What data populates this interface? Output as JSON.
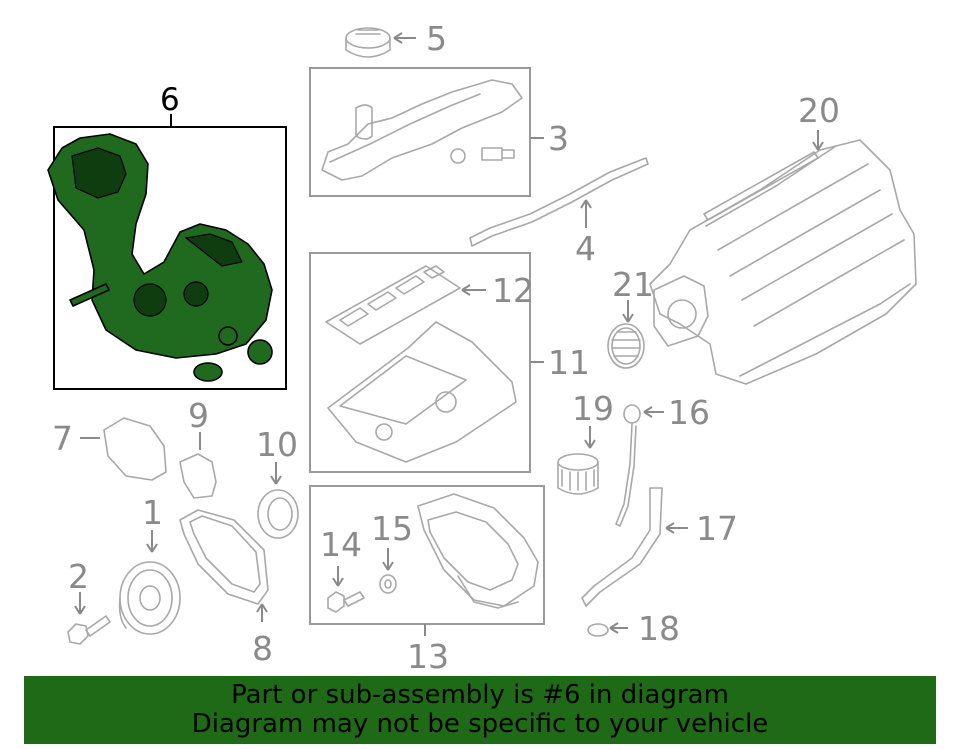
{
  "highlighted_part": "6",
  "callouts": {
    "c1": "1",
    "c2": "2",
    "c3": "3",
    "c4": "4",
    "c5": "5",
    "c6": "6",
    "c7": "7",
    "c8": "8",
    "c9": "9",
    "c10": "10",
    "c11": "11",
    "c12": "12",
    "c13": "13",
    "c14": "14",
    "c15": "15",
    "c16": "16",
    "c17": "17",
    "c18": "18",
    "c19": "19",
    "c20": "20",
    "c21": "21"
  },
  "banner": {
    "line1": "Part or sub-assembly is #6 in diagram",
    "line2": "Diagram may not be specific to your vehicle"
  },
  "colors": {
    "highlight": "#1f6a1f",
    "banner_bg": "#1f6a16",
    "line_art": "#a8a8a8"
  }
}
